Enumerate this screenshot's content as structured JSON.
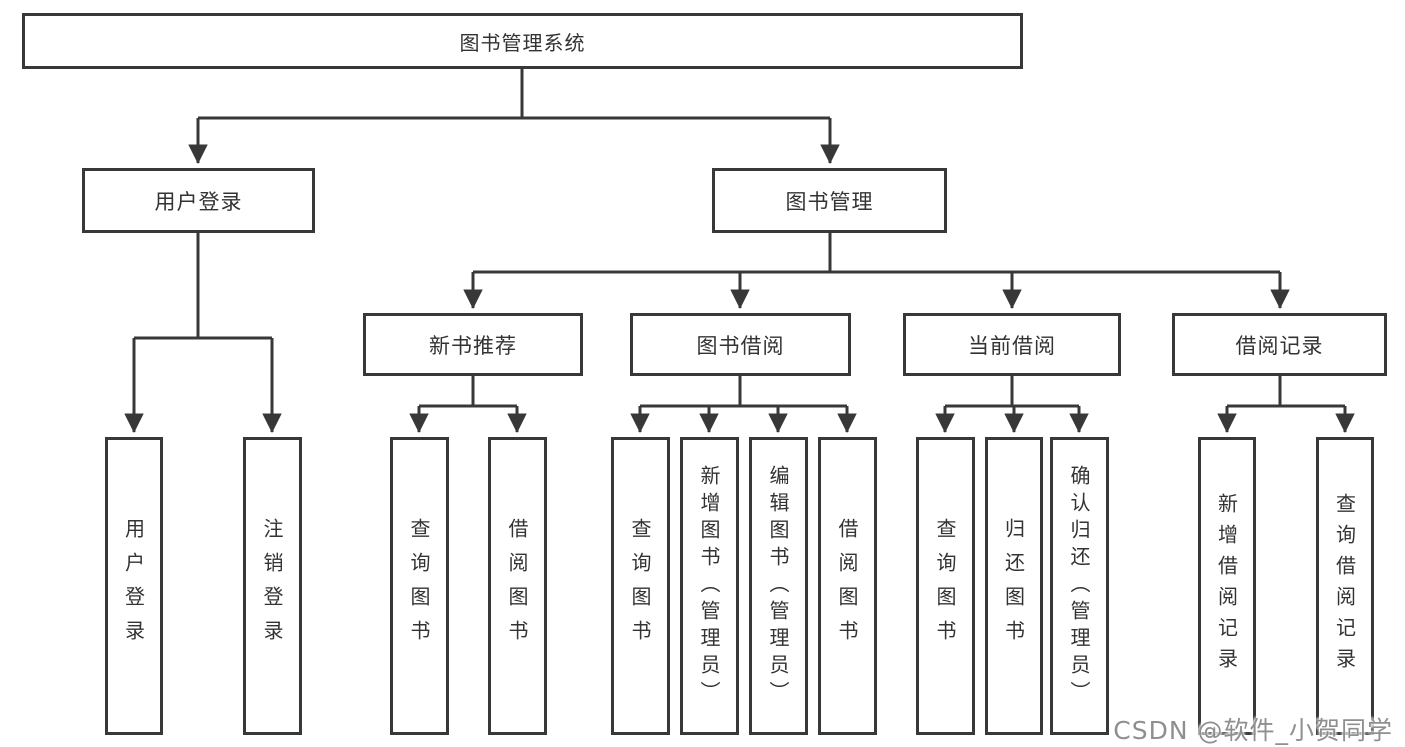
{
  "diagram": {
    "root": {
      "label": "图书管理系统"
    },
    "level2": [
      {
        "label": "用户登录"
      },
      {
        "label": "图书管理"
      }
    ],
    "level3": [
      {
        "label": "新书推荐"
      },
      {
        "label": "图书借阅"
      },
      {
        "label": "当前借阅"
      },
      {
        "label": "借阅记录"
      }
    ],
    "leaves": {
      "user_login": [
        {
          "label": "用户登录"
        },
        {
          "label": "注销登录"
        }
      ],
      "new_book": [
        {
          "label": "查询图书"
        },
        {
          "label": "借阅图书"
        }
      ],
      "book_borrow": [
        {
          "label": "查询图书"
        },
        {
          "label": "新增图书（管理员）"
        },
        {
          "label": "编辑图书（管理员）"
        },
        {
          "label": "借阅图书"
        }
      ],
      "current_borrow": [
        {
          "label": "查询图书"
        },
        {
          "label": "归还图书"
        },
        {
          "label": "确认归还（管理员）"
        }
      ],
      "borrow_records": [
        {
          "label": "新增借阅记录"
        },
        {
          "label": "查询借阅记录"
        }
      ]
    }
  },
  "watermark": {
    "text": "CSDN @软件_小贺同学"
  },
  "colors": {
    "line": "#383838",
    "text": "#333333",
    "watermark": "#8f8f8f",
    "background": "#ffffff"
  }
}
